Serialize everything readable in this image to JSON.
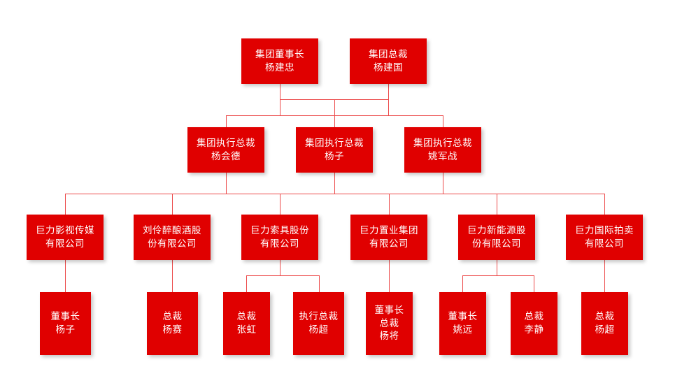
{
  "chart_data": {
    "type": "diagram",
    "title": "",
    "diagram_kind": "organization-chart",
    "orientation": "top-down",
    "colors": {
      "node_fill": "#e00000",
      "node_text": "#ffffff",
      "connector": "#ec4a4a",
      "background": "#ffffff"
    },
    "levels": [
      {
        "level": 1,
        "nodes": [
          {
            "id": "n1",
            "lines": [
              "集团董事长",
              "杨建忠"
            ],
            "title": "集团董事长",
            "person": "杨建忠"
          },
          {
            "id": "n2",
            "lines": [
              "集团总裁",
              "杨建国"
            ],
            "title": "集团总裁",
            "person": "杨建国"
          }
        ]
      },
      {
        "level": 2,
        "nodes": [
          {
            "id": "n3",
            "lines": [
              "集团执行总裁",
              "杨会德"
            ],
            "title": "集团执行总裁",
            "person": "杨会德"
          },
          {
            "id": "n4",
            "lines": [
              "集团执行总裁",
              "杨子"
            ],
            "title": "集团执行总裁",
            "person": "杨子"
          },
          {
            "id": "n5",
            "lines": [
              "集团执行总裁",
              "姚军战"
            ],
            "title": "集团执行总裁",
            "person": "姚军战"
          }
        ]
      },
      {
        "level": 3,
        "nodes": [
          {
            "id": "c1",
            "lines": [
              "巨力影视传媒",
              "有限公司"
            ],
            "company": "巨力影视传媒有限公司"
          },
          {
            "id": "c2",
            "lines": [
              "刘伶醉酿酒股",
              "份有限公司"
            ],
            "company": "刘伶醉酿酒股份有限公司"
          },
          {
            "id": "c3",
            "lines": [
              "巨力索具股份",
              "有限公司"
            ],
            "company": "巨力索具股份有限公司"
          },
          {
            "id": "c4",
            "lines": [
              "巨力置业集团",
              "有限公司"
            ],
            "company": "巨力置业集团有限公司"
          },
          {
            "id": "c5",
            "lines": [
              "巨力新能源股",
              "份有限公司"
            ],
            "company": "巨力新能源股份有限公司"
          },
          {
            "id": "c6",
            "lines": [
              "巨力国际拍卖",
              "有限公司"
            ],
            "company": "巨力国际拍卖有限公司"
          }
        ]
      },
      {
        "level": 4,
        "nodes": [
          {
            "id": "p1",
            "lines": [
              "董事长",
              "杨子"
            ],
            "title": "董事长",
            "person": "杨子",
            "parent": "c1"
          },
          {
            "id": "p2",
            "lines": [
              "总裁",
              "杨赛"
            ],
            "title": "总裁",
            "person": "杨赛",
            "parent": "c2"
          },
          {
            "id": "p3",
            "lines": [
              "总裁",
              "张虹"
            ],
            "title": "总裁",
            "person": "张虹",
            "parent": "c3"
          },
          {
            "id": "p4",
            "lines": [
              "执行总裁",
              "杨超"
            ],
            "title": "执行总裁",
            "person": "杨超",
            "parent": "c3"
          },
          {
            "id": "p5",
            "lines": [
              "董事长",
              "总裁",
              "杨将"
            ],
            "title": "董事长 总裁",
            "person": "杨将",
            "parent": "c4"
          },
          {
            "id": "p6",
            "lines": [
              "董事长",
              "姚远"
            ],
            "title": "董事长",
            "person": "姚远",
            "parent": "c5"
          },
          {
            "id": "p7",
            "lines": [
              "总裁",
              "李静"
            ],
            "title": "总裁",
            "person": "李静",
            "parent": "c5"
          },
          {
            "id": "p8",
            "lines": [
              "总裁",
              "杨超"
            ],
            "title": "总裁",
            "person": "杨超",
            "parent": "c6"
          }
        ]
      }
    ]
  },
  "nodes": {
    "n1": {
      "l0": "集团董事长",
      "l1": "杨建忠"
    },
    "n2": {
      "l0": "集团总裁",
      "l1": "杨建国"
    },
    "n3": {
      "l0": "集团执行总裁",
      "l1": "杨会德"
    },
    "n4": {
      "l0": "集团执行总裁",
      "l1": "杨子"
    },
    "n5": {
      "l0": "集团执行总裁",
      "l1": "姚军战"
    },
    "c1": {
      "l0": "巨力影视传媒",
      "l1": "有限公司"
    },
    "c2": {
      "l0": "刘伶醉酿酒股",
      "l1": "份有限公司"
    },
    "c3": {
      "l0": "巨力索具股份",
      "l1": "有限公司"
    },
    "c4": {
      "l0": "巨力置业集团",
      "l1": "有限公司"
    },
    "c5": {
      "l0": "巨力新能源股",
      "l1": "份有限公司"
    },
    "c6": {
      "l0": "巨力国际拍卖",
      "l1": "有限公司"
    },
    "p1": {
      "l0": "董事长",
      "l1": "杨子"
    },
    "p2": {
      "l0": "总裁",
      "l1": "杨赛"
    },
    "p3": {
      "l0": "总裁",
      "l1": "张虹"
    },
    "p4": {
      "l0": "执行总裁",
      "l1": "杨超"
    },
    "p5": {
      "l0": "董事长",
      "l1": "总裁",
      "l2": "杨将"
    },
    "p6": {
      "l0": "董事长",
      "l1": "姚远"
    },
    "p7": {
      "l0": "总裁",
      "l1": "李静"
    },
    "p8": {
      "l0": "总裁",
      "l1": "杨超"
    }
  }
}
